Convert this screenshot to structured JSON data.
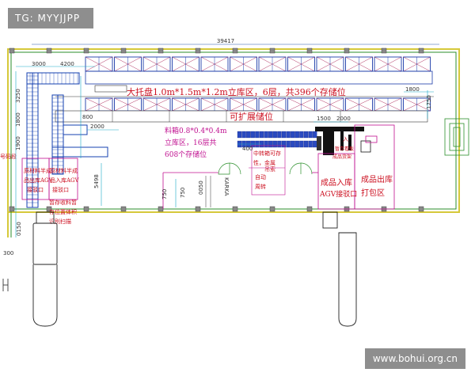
{
  "watermark_tag": "TG: MYYJJPP",
  "site": "www.bohui.org.cn",
  "labels": {
    "rack_zone": "大托盘1.0m*1.5m*1.2m立库区，6层，共396个存储位",
    "expand_zone": "可扩展储位",
    "bin_zone_line1": "料箱0.8*0.4*0.4m",
    "bin_zone_line2": "立库区，16层共",
    "bin_zone_line3": "608个存储位",
    "raw_left_line1": "原材料半成",
    "raw_left_line2": "品出库AGV",
    "raw_left_line3": "接驳口",
    "raw_right_line1": "原材料半成",
    "raw_right_line2": "品入库AGV",
    "raw_right_line3": "接驳口",
    "staging_line1": "暂存收料暂",
    "staging_line2": "存位置体积",
    "staging_line3": "识别扫描",
    "transfer_line1": "中转箱可存",
    "transfer_line2": "性，金属",
    "transfer_line3": "吊索",
    "transfer_line4": "自动",
    "transfer_line5": "周转",
    "prod_in_line1": "成品入库",
    "prod_in_line2": "AGV接驳口",
    "prod_out_line1": "成品出库",
    "prod_out_line2": "打包区",
    "left_edge": "号码段",
    "mini_a": "入",
    "mini_b": "暂存看板",
    "mini_c": "成品货架",
    "vert_label": "KARKA"
  },
  "dims": {
    "top_total": "39417",
    "d3000": "3000",
    "d4200": "4200",
    "d3250": "3250",
    "d1800": "1800",
    "d1900": "1900",
    "d800": "800",
    "d2000a": "2000",
    "d1500": "1500",
    "d2000b": "2000",
    "d1750": "1750",
    "d1800r": "1800",
    "d400": "400",
    "d5498": "5498",
    "d750": "750",
    "d0050": "0050",
    "d0150": "0150",
    "d300": "300",
    "d750b": "750"
  }
}
